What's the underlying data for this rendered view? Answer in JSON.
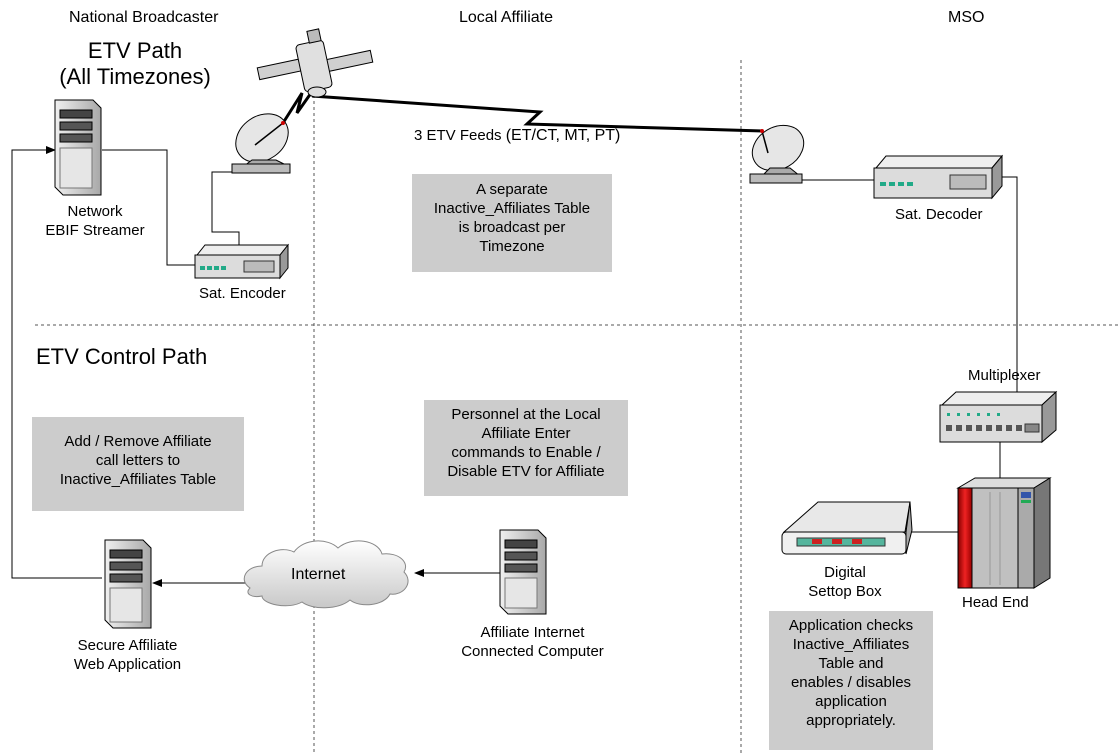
{
  "columns": {
    "national": "National Broadcaster",
    "local": "Local Affiliate",
    "mso": "MSO"
  },
  "sections": {
    "etv_path_line1": "ETV Path",
    "etv_path_line2": "(All Timezones)",
    "etv_control": "ETV Control Path"
  },
  "feeds_label_prefix": "3 ETV Feeds",
  "feeds_label_suffix": "(ET/CT, MT, PT)",
  "devices": {
    "streamer": [
      "Network",
      "EBIF Streamer"
    ],
    "encoder": "Sat. Encoder",
    "decoder": "Sat. Decoder",
    "multiplexer": "Multiplexer",
    "settop": [
      "Digital",
      "Settop Box"
    ],
    "headend": "Head End",
    "internet": "Internet",
    "webapp": [
      "Secure Affiliate",
      "Web Application"
    ],
    "affiliate_computer": [
      "Affiliate Internet",
      "Connected Computer"
    ]
  },
  "notes": {
    "timezone_table": [
      "A separate",
      "Inactive_Affiliates Table",
      "is broadcast per",
      "Timezone"
    ],
    "add_remove": [
      "Add / Remove Affiliate",
      "call letters to",
      "Inactive_Affiliates Table"
    ],
    "personnel": [
      "Personnel at the Local",
      "Affiliate Enter",
      "commands to Enable /",
      "Disable ETV for Affiliate"
    ],
    "application": [
      "Application checks",
      "Inactive_Affiliates",
      "Table and",
      "enables / disables",
      "application",
      "appropriately."
    ]
  },
  "colors": {
    "note_fill": "#cccccc",
    "headend_red": "#cc0000",
    "line": "#000000",
    "dashed": "#555555"
  }
}
